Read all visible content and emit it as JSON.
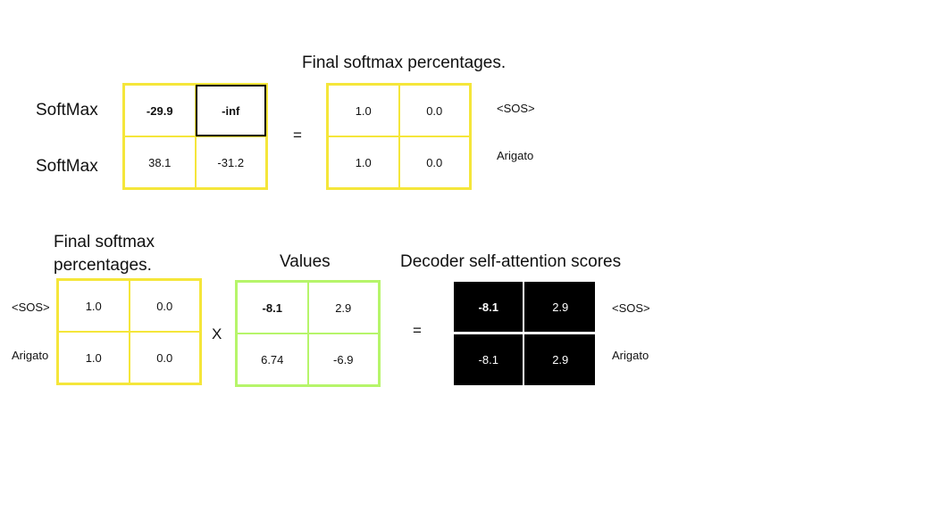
{
  "top": {
    "title": "Final softmax percentages.",
    "row_labels_left": [
      "SoftMax",
      "SoftMax"
    ],
    "input_matrix": [
      [
        "-29.9",
        "-inf"
      ],
      [
        "38.1",
        "-31.2"
      ]
    ],
    "equals": "=",
    "output_matrix": [
      [
        "1.0",
        "0.0"
      ],
      [
        "1.0",
        "0.0"
      ]
    ],
    "row_labels_right": [
      "<SOS>",
      "Arigato"
    ]
  },
  "bottom": {
    "weights_title": "Final softmax percentages.",
    "weights_row_labels": [
      "<SOS>",
      "Arigato"
    ],
    "weights_matrix": [
      [
        "1.0",
        "0.0"
      ],
      [
        "1.0",
        "0.0"
      ]
    ],
    "times": "X",
    "values_title": "Values",
    "values_matrix": [
      [
        "-8.1",
        "2.9"
      ],
      [
        "6.74",
        "-6.9"
      ]
    ],
    "equals": "=",
    "scores_title": "Decoder self-attention scores",
    "scores_matrix": [
      [
        "-8.1",
        "2.9"
      ],
      [
        "-8.1",
        "2.9"
      ]
    ],
    "scores_row_labels": [
      "<SOS>",
      "Arigato"
    ]
  },
  "colors": {
    "yellow_border": "#f5e63a",
    "green_border": "#b6f56a",
    "highlight_border": "#000000",
    "scores_background": "#000000",
    "scores_text": "#ffffff"
  }
}
